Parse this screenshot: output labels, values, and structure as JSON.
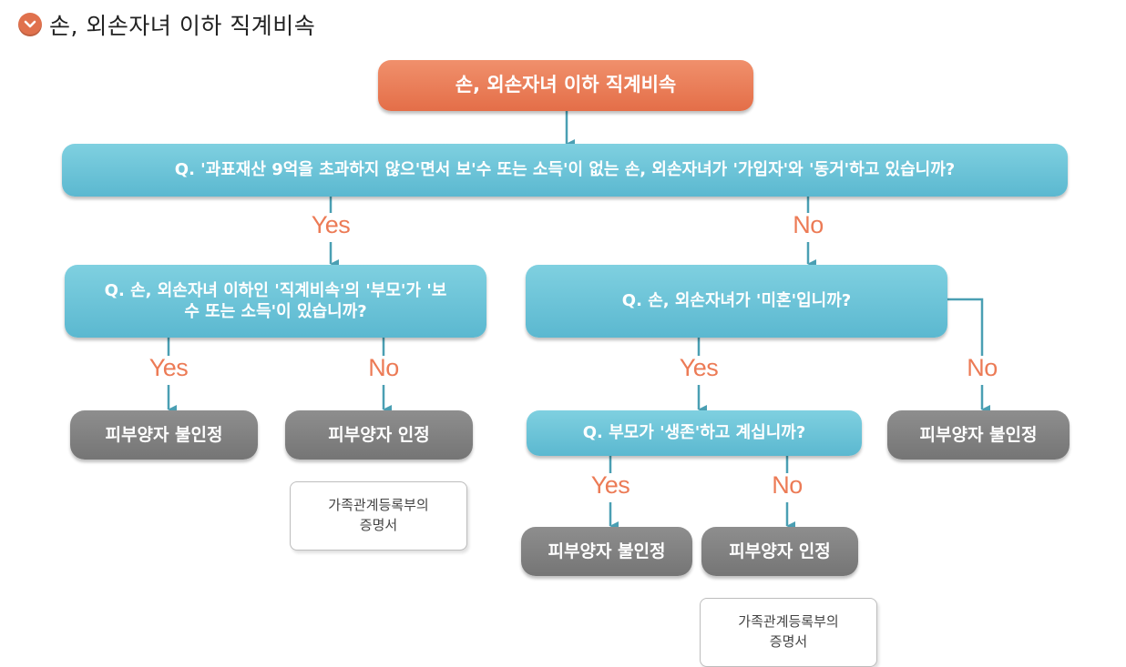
{
  "heading": {
    "icon": "chevron-down-circle-icon",
    "text": "손, 외손자녀 이하 직계비속"
  },
  "diagram": {
    "root": "손, 외손자녀 이하 직계비속",
    "q1": "Q. '과표재산 9억을 초과하지 않으'면서 보'수 또는 소득'이 없는 손, 외손자녀가 '가입자'와 '동거'하고 있습니까?",
    "q2": "Q. 손, 외손자녀 이하인 '직계비속'의 '부모'가 '보수 또는 소득'이 있습니까?",
    "q3": "Q. 손, 외손자녀가 '미혼'입니까?",
    "q4": "Q. 부모가 '생존'하고 계십니까?",
    "yes": "Yes",
    "no": "No",
    "not_recognized": "피부양자 불인정",
    "recognized": "피부양자 인정",
    "doc_note_line1": "가족관계등록부의",
    "doc_note_line2": "증명서"
  },
  "colors": {
    "root_box": "#e46e48",
    "question_box": "#5bb8d0",
    "result_box": "#7f7f7f",
    "connector": "#4a9fb3",
    "yes_no_label": "#ec7b56"
  }
}
